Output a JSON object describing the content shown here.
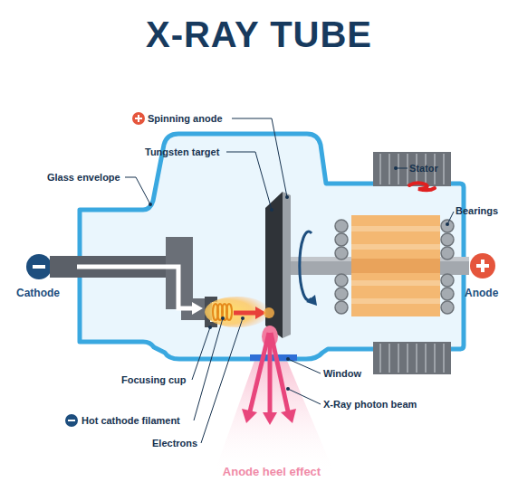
{
  "diagram": {
    "title": "X-RAY TUBE",
    "labels": [
      "Spinning anode",
      "Tungsten target",
      "Glass envelope",
      "Stator",
      "Bearings",
      "Cathode",
      "Anode",
      "Focusing cup",
      "Window",
      "Hot cathode filament",
      "X-Ray photon beam",
      "Electrons",
      "Anode heel effect"
    ]
  }
}
